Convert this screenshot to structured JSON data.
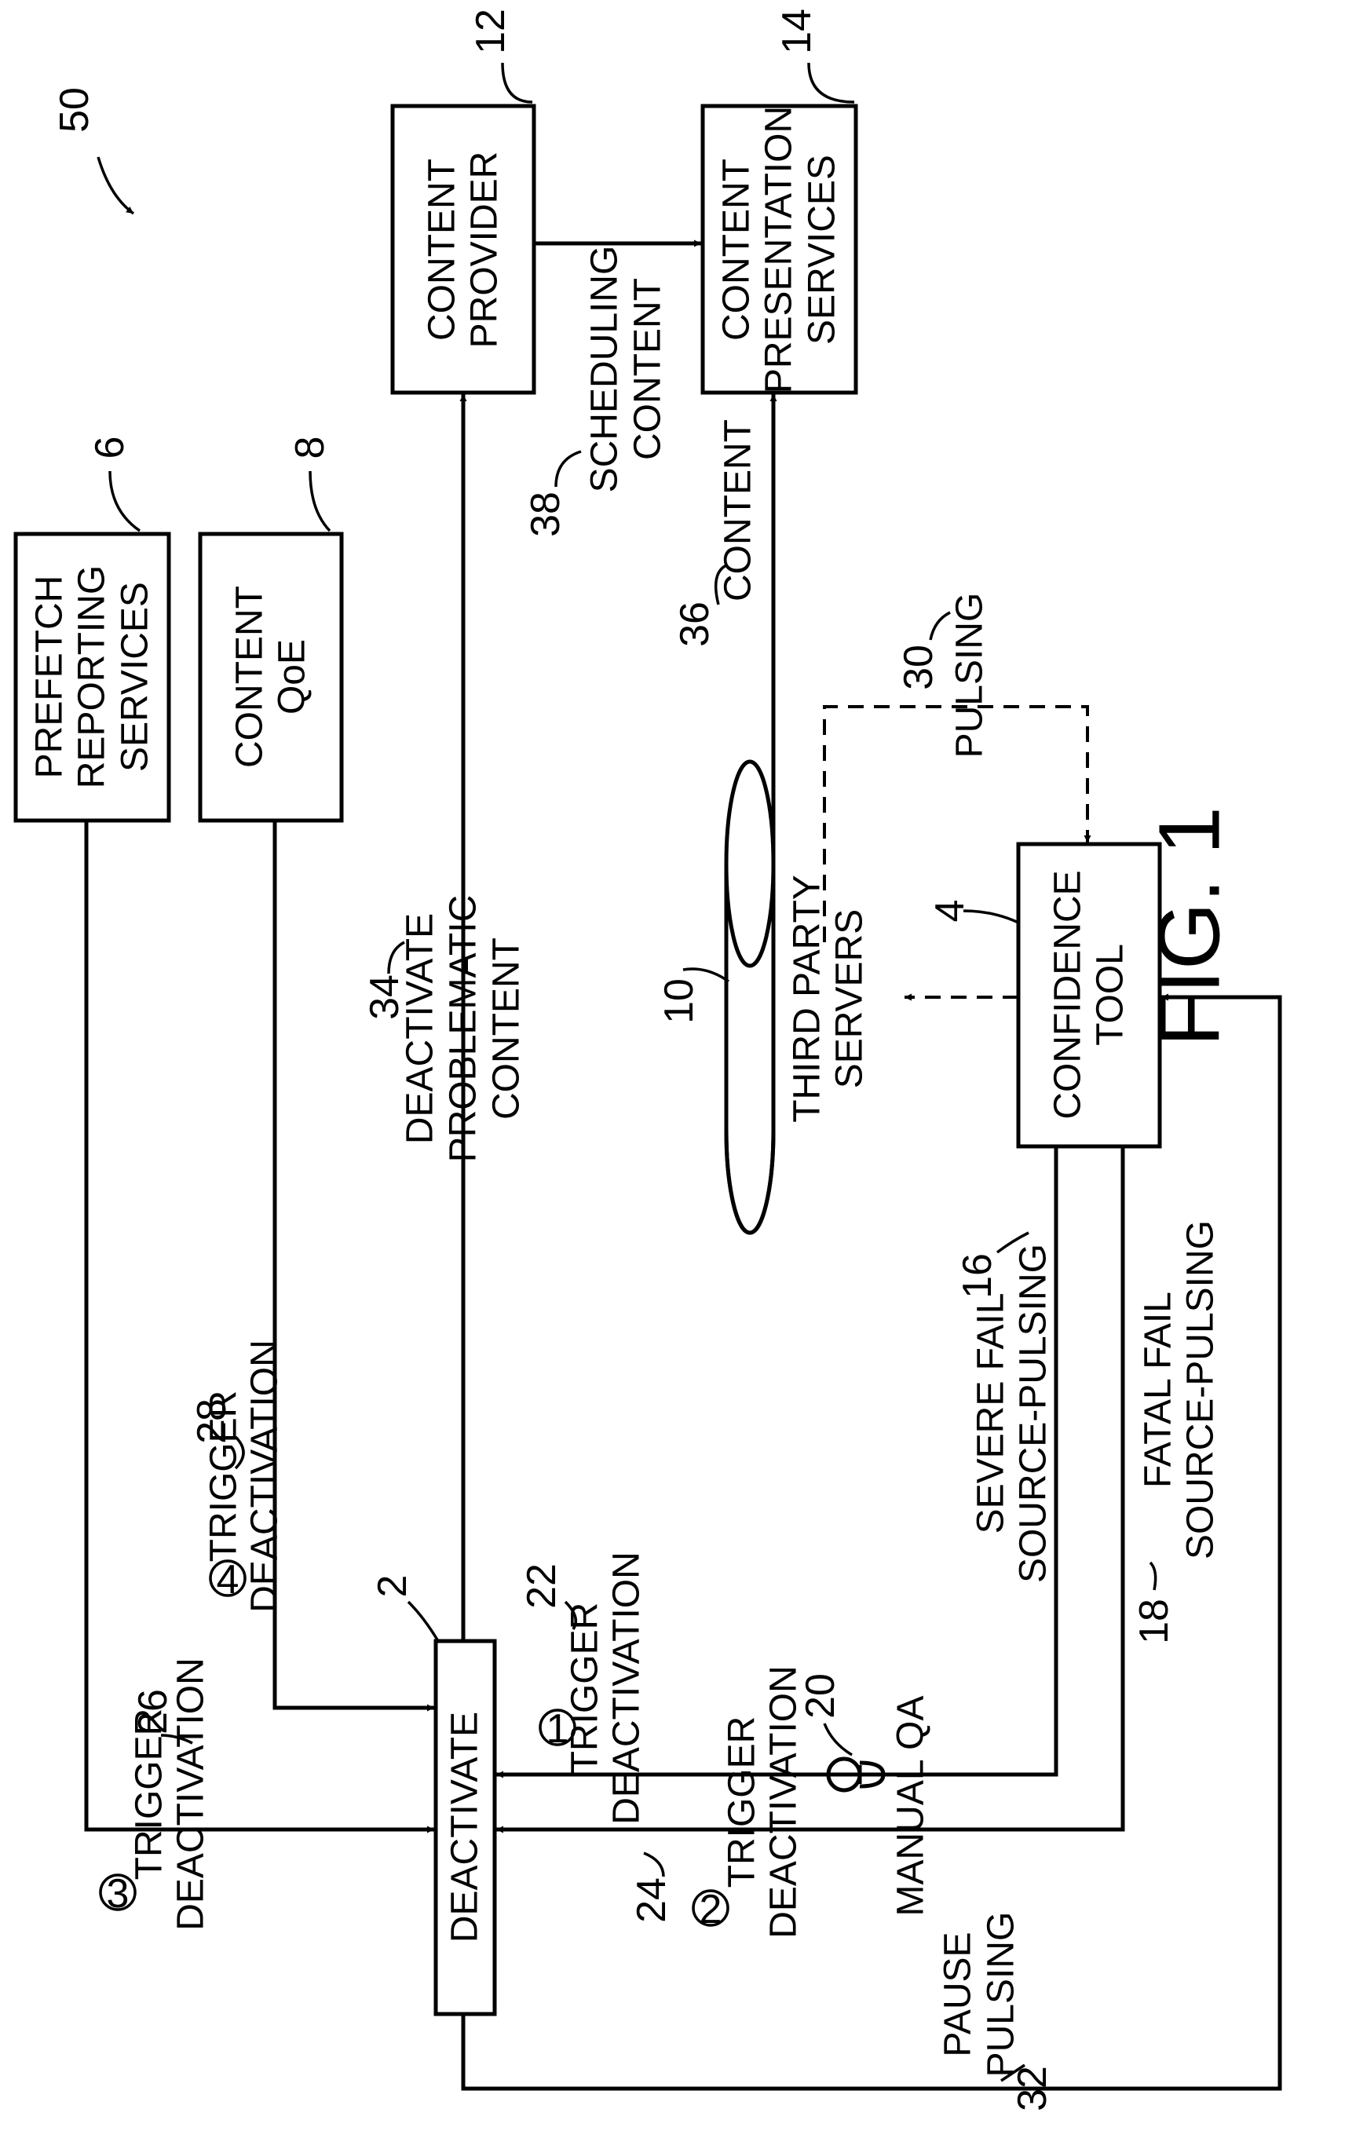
{
  "figure": {
    "title": "FIG. 1",
    "system_ref": "50"
  },
  "boxes": {
    "prefetch": {
      "ref": "6",
      "lines": [
        "PREFETCH",
        "REPORTING",
        "SERVICES"
      ]
    },
    "qoe": {
      "ref": "8",
      "lines": [
        "CONTENT",
        "QoE"
      ]
    },
    "provider": {
      "ref": "12",
      "lines": [
        "CONTENT",
        "PROVIDER"
      ]
    },
    "presentation": {
      "ref": "14",
      "lines": [
        "CONTENT",
        "PRESENTATION",
        "SERVICES"
      ]
    },
    "servers": {
      "ref": "10",
      "lines": [
        "THIRD PARTY",
        "SERVERS"
      ]
    },
    "confidence": {
      "ref": "4",
      "lines": [
        "CONFIDENCE",
        "TOOL"
      ]
    },
    "deactivate": {
      "ref": "2",
      "lines": [
        "DEACTIVATE"
      ]
    }
  },
  "flows": {
    "scheduling": {
      "ref": "38",
      "lines": [
        "SCHEDULING",
        "CONTENT"
      ]
    },
    "content": {
      "ref": "36",
      "lines": [
        "CONTENT"
      ]
    },
    "pulsing": {
      "ref": "30",
      "lines": [
        "PULSING"
      ]
    },
    "deactivate_problematic": {
      "ref": "34",
      "lines": [
        "DEACTIVATE",
        "PROBLEMATIC",
        "CONTENT"
      ]
    },
    "severe_fail": {
      "ref": "16",
      "lines": [
        "SEVERE FAIL",
        "SOURCE-PULSING"
      ]
    },
    "fatal_fail": {
      "ref": "18",
      "lines": [
        "FATAL FAIL",
        "SOURCE-PULSING"
      ]
    },
    "trigger4": {
      "ref": "28",
      "num": "4",
      "lines": [
        "TRIGGER",
        "DEACTIVATION"
      ]
    },
    "trigger1": {
      "ref": "22",
      "num": "1",
      "lines": [
        "TRIGGER",
        "DEACTIVATION"
      ]
    },
    "trigger2": {
      "ref": "24",
      "num": "2",
      "lines": [
        "TRIGGER",
        "DEACTIVATION"
      ]
    },
    "trigger3": {
      "ref": "26",
      "num": "3",
      "lines": [
        "TRIGGER",
        "DEACTIVATION"
      ]
    },
    "manual_qa": {
      "ref": "20",
      "lines": [
        "MANUAL QA"
      ]
    },
    "pause": {
      "ref": "32",
      "lines": [
        "PAUSE",
        "PULSING"
      ]
    }
  }
}
